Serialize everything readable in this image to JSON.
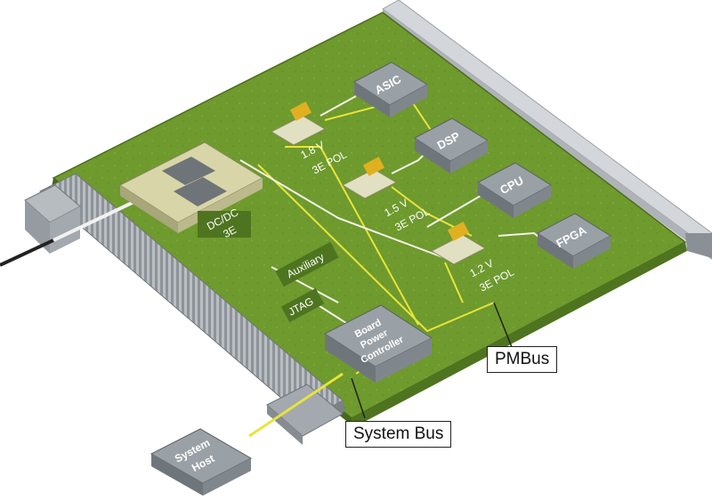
{
  "components": {
    "asic": "ASIC",
    "dsp": "DSP",
    "cpu": "CPU",
    "fpga": "FPGA",
    "dcdc_line1": "DC/DC",
    "dcdc_line2": "3E",
    "pol1_line1": "1.8 V",
    "pol1_line2": "3E POL",
    "pol2_line1": "1.5 V",
    "pol2_line2": "3E POL",
    "pol3_line1": "1.2 V",
    "pol3_line2": "3E POL",
    "auxiliary": "Auxiliary",
    "jtag": "JTAG",
    "bpc_line1": "Board",
    "bpc_line2": "Power",
    "bpc_line3": "Controller",
    "host_line1": "System",
    "host_line2": "Host"
  },
  "callouts": {
    "pmbus": "PMBus",
    "system_bus": "System Bus"
  },
  "colors": {
    "board": "#6e9a2e",
    "board_dark": "#557a20",
    "trace_yellow": "#e8e43a",
    "trace_white": "#f4f4e8",
    "chip": "#8c9499",
    "rail": "#c8ccd0"
  }
}
